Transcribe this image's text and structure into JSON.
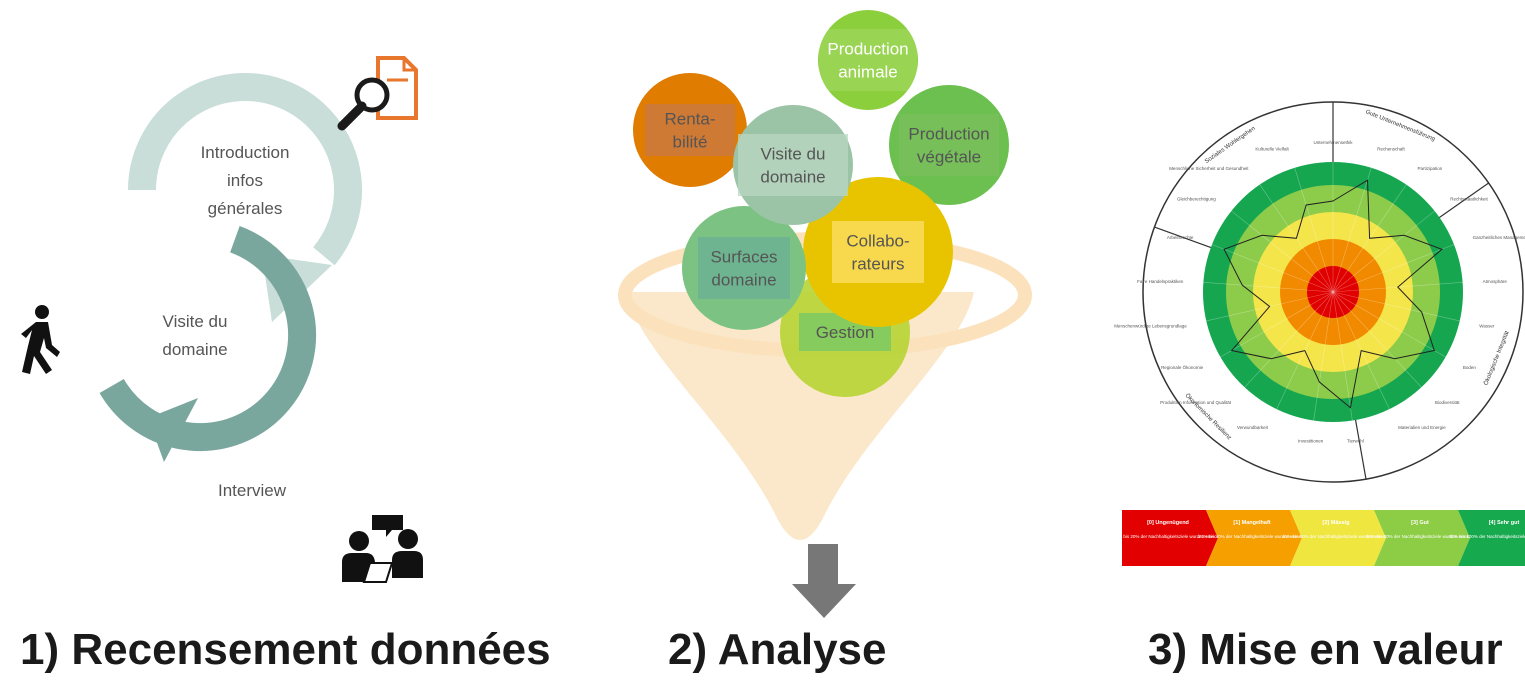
{
  "steps": [
    {
      "title": "1) Recensement données",
      "cycle": [
        {
          "lines": [
            "Introduction",
            "infos",
            "générales"
          ],
          "color": "#c9ddd9"
        },
        {
          "lines": [
            "Visite du",
            "domaine"
          ],
          "color": "#7aa79d"
        },
        {
          "lines": [
            "Interview"
          ],
          "color": "#006b5c"
        }
      ],
      "icons": [
        "magnifier-document-icon",
        "walking-person-icon",
        "meeting-people-icon"
      ]
    },
    {
      "title": "2) Analyse",
      "bubbles": [
        {
          "lines": [
            "Production",
            "animale"
          ],
          "color": "#8ccf3c"
        },
        {
          "lines": [
            "Renta-",
            "bilité"
          ],
          "color": "#e07c00"
        },
        {
          "lines": [
            "Production",
            "végétale"
          ],
          "color": "#6cc050"
        },
        {
          "lines": [
            "Visite du",
            "domaine"
          ],
          "color": "#9bc4a6"
        },
        {
          "lines": [
            "Collabo-",
            "rateurs"
          ],
          "color": "#e8c400"
        },
        {
          "lines": [
            "Surfaces",
            "domaine"
          ],
          "color": "#7cc383"
        },
        {
          "lines": [
            "Gestion"
          ],
          "color": "#b2d22a"
        }
      ],
      "icons": [
        "funnel-icon",
        "down-arrow-icon"
      ]
    },
    {
      "title": "3) Mise en valeur",
      "radar": {
        "sectors": [
          "Gute Unternehmensführung",
          "Ökologische Integrität",
          "Ökonomische Resilienz",
          "Soziales Wohlergehen"
        ],
        "ring_colors": [
          "#e00000",
          "#f28a00",
          "#f4e54a",
          "#8ccc4a",
          "#16a650"
        ],
        "indicators": [
          "Unternehmensethik",
          "Rechenschaft",
          "Partizipation",
          "Rechtsstaatlichkeit",
          "Ganzheitliches Management",
          "Atmosphäre",
          "Wasser",
          "Boden",
          "Biodiversität",
          "Materialien und Energie",
          "Tierwohl",
          "Investitionen",
          "Verwundbarkeit",
          "Produktion Information und Qualität",
          "Regionale Ökonomie",
          "Menschenwürdige Lebensgrundlage",
          "Faire Handelspraktiken",
          "Arbeitsrechte",
          "Gleichberechtigung",
          "Menschliche Sicherheit und Gesundheit",
          "Kulturelle Vielfalt"
        ],
        "scores": [
          3,
          4,
          2,
          3,
          4,
          2,
          3,
          4,
          3,
          2,
          4,
          3,
          2,
          3,
          4,
          2,
          3,
          4,
          3,
          2,
          3
        ]
      },
      "legend": [
        {
          "title": "[0] Ungenügend",
          "desc": "0% bis 20% der Nachhaltigkeitsziele wurden erreicht",
          "color": "#e20000"
        },
        {
          "title": "[1] Mangelhaft",
          "desc": "21% bis 40% der Nachhaltigkeitsziele wurden erreicht",
          "color": "#f5a000"
        },
        {
          "title": "[2] Mässig",
          "desc": "41% bis 60% der Nachhaltigkeitsziele wurden erreicht",
          "color": "#f0e640"
        },
        {
          "title": "[3] Gut",
          "desc": "61% bis 80% der Nachhaltigkeitsziele wurden erreicht",
          "color": "#8dcc45"
        },
        {
          "title": "[4] Sehr gut",
          "desc": "81% bis 100% der Nachhaltigkeitsziele wurden erreicht",
          "color": "#17a94e"
        }
      ]
    }
  ]
}
